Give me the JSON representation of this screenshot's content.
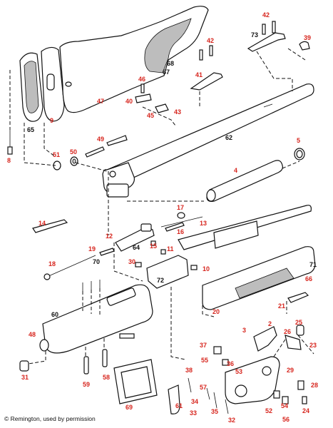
{
  "colors": {
    "red_label": "#d7261e",
    "black_label": "#111111",
    "line": "#111111"
  },
  "copyright": "© Remington, used by permission",
  "callouts": [
    {
      "num": "68",
      "color": "black"
    },
    {
      "num": "67",
      "color": "black"
    },
    {
      "num": "47",
      "color": "red"
    },
    {
      "num": "65",
      "color": "black"
    },
    {
      "num": "9",
      "color": "red"
    },
    {
      "num": "8",
      "color": "red"
    },
    {
      "num": "42",
      "color": "red"
    },
    {
      "num": "42",
      "color": "red"
    },
    {
      "num": "73",
      "color": "black"
    },
    {
      "num": "39",
      "color": "red"
    },
    {
      "num": "41",
      "color": "red"
    },
    {
      "num": "46",
      "color": "red"
    },
    {
      "num": "40",
      "color": "red"
    },
    {
      "num": "45",
      "color": "red"
    },
    {
      "num": "43",
      "color": "red"
    },
    {
      "num": "62",
      "color": "black"
    },
    {
      "num": "49",
      "color": "red"
    },
    {
      "num": "50",
      "color": "red"
    },
    {
      "num": "51",
      "color": "red"
    },
    {
      "num": "5",
      "color": "red"
    },
    {
      "num": "4",
      "color": "red"
    },
    {
      "num": "14",
      "color": "red"
    },
    {
      "num": "17",
      "color": "red"
    },
    {
      "num": "13",
      "color": "red"
    },
    {
      "num": "12",
      "color": "red"
    },
    {
      "num": "16",
      "color": "red"
    },
    {
      "num": "64",
      "color": "black"
    },
    {
      "num": "15",
      "color": "red"
    },
    {
      "num": "11",
      "color": "red"
    },
    {
      "num": "19",
      "color": "red"
    },
    {
      "num": "18",
      "color": "red"
    },
    {
      "num": "70",
      "color": "black"
    },
    {
      "num": "30",
      "color": "red"
    },
    {
      "num": "10",
      "color": "red"
    },
    {
      "num": "72",
      "color": "black"
    },
    {
      "num": "71",
      "color": "black"
    },
    {
      "num": "66",
      "color": "red"
    },
    {
      "num": "20",
      "color": "red"
    },
    {
      "num": "21",
      "color": "red"
    },
    {
      "num": "60",
      "color": "black"
    },
    {
      "num": "48",
      "color": "red"
    },
    {
      "num": "31",
      "color": "red"
    },
    {
      "num": "59",
      "color": "red"
    },
    {
      "num": "58",
      "color": "red"
    },
    {
      "num": "69",
      "color": "red"
    },
    {
      "num": "3",
      "color": "red"
    },
    {
      "num": "2",
      "color": "red"
    },
    {
      "num": "25",
      "color": "red"
    },
    {
      "num": "26",
      "color": "red"
    },
    {
      "num": "23",
      "color": "red"
    },
    {
      "num": "37",
      "color": "red"
    },
    {
      "num": "55",
      "color": "red"
    },
    {
      "num": "36",
      "color": "red"
    },
    {
      "num": "53",
      "color": "red"
    },
    {
      "num": "29",
      "color": "red"
    },
    {
      "num": "38",
      "color": "red"
    },
    {
      "num": "57",
      "color": "red"
    },
    {
      "num": "61",
      "color": "red"
    },
    {
      "num": "34",
      "color": "red"
    },
    {
      "num": "33",
      "color": "red"
    },
    {
      "num": "35",
      "color": "red"
    },
    {
      "num": "32",
      "color": "red"
    },
    {
      "num": "52",
      "color": "red"
    },
    {
      "num": "54",
      "color": "red"
    },
    {
      "num": "56",
      "color": "red"
    },
    {
      "num": "28",
      "color": "red"
    },
    {
      "num": "24",
      "color": "red"
    }
  ]
}
